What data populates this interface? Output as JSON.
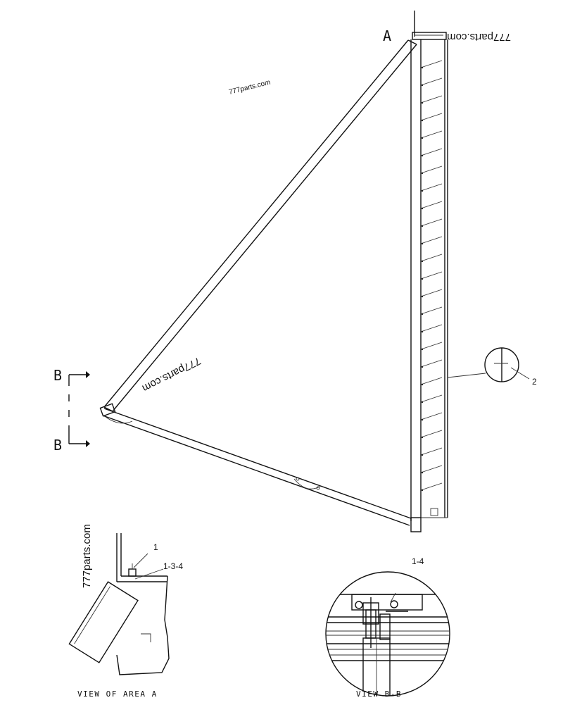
{
  "labels": {
    "area_a": "A",
    "section_b_top": "B",
    "section_b_bottom": "B",
    "view_area_a": "VIEW OF AREA A",
    "view_b_b": "VIEW B-B"
  },
  "callouts": {
    "item_2": "2",
    "item_1": "1",
    "item_1_3_4": "1-3-4",
    "item_1_4": "1-4"
  },
  "watermarks": {
    "wm_top_small": "777parts.com",
    "wm_top_right": "777parts.com",
    "wm_middle": "777parts.com",
    "wm_bottom_left": "777parts.com"
  },
  "colors": {
    "ink": "#111111",
    "background": "#ffffff"
  }
}
